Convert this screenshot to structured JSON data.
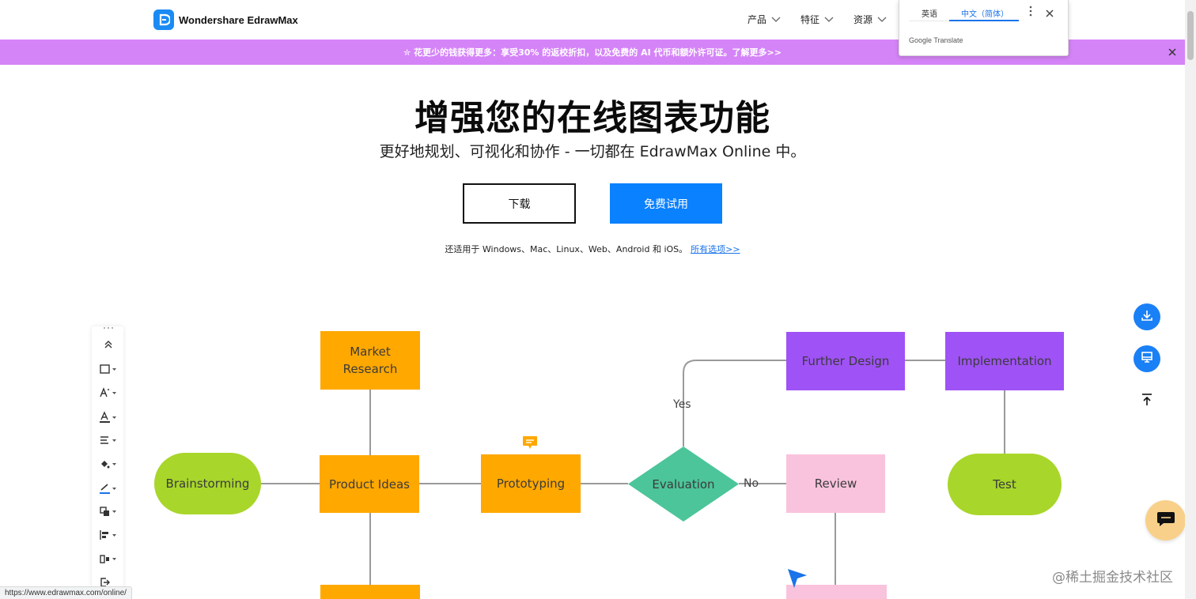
{
  "header": {
    "logo_text": "Wondershare EdrawMax",
    "nav": [
      {
        "label": "产品"
      },
      {
        "label": "特征"
      },
      {
        "label": "资源"
      }
    ]
  },
  "promo": {
    "text": "✮ 花更少的钱获得更多：享受30% 的返校折扣，以及免费的 AI 代币和额外许可证。了解更多>>"
  },
  "translate": {
    "tab_source": "英语",
    "tab_target": "中文（简体）",
    "footer": "Google Translate"
  },
  "hero": {
    "title": "增强您的在线图表功能",
    "subtitle": "更好地规划、可视化和协作 - 一切都在 EdrawMax Online 中。",
    "download_label": "下载",
    "try_label": "免费试用",
    "platforms_text": "还适用于 Windows、Mac、Linux、Web、Android 和 iOS。",
    "platforms_link": "所有选项>>"
  },
  "diagram": {
    "nodes": {
      "brainstorming": "Brainstorming",
      "market_research": "Market\nResearch",
      "product_ideas": "Product Ideas",
      "prototyping": "Prototyping",
      "evaluation": "Evaluation",
      "further_design": "Further Design",
      "implementation": "Implementation",
      "review": "Review",
      "test": "Test"
    },
    "edge_labels": {
      "yes": "Yes",
      "no": "No"
    }
  },
  "colors": {
    "brand_blue": "#0a81ff",
    "promo_purple": "#d584f8",
    "orange": "#ffa800",
    "lime": "#a8d62a",
    "purple": "#9f52f5",
    "pink": "#f9c2dd",
    "teal": "#4cc59a"
  },
  "status_url": "https://www.edrawmax.com/online/",
  "watermark": "@稀土掘金技术社区"
}
